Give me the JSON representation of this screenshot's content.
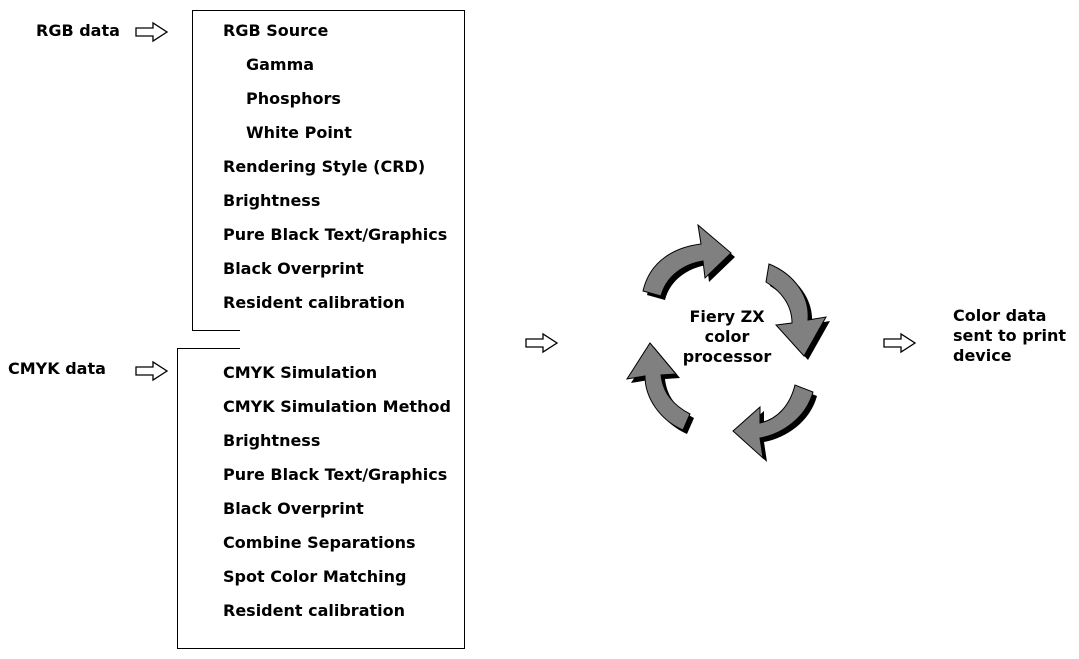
{
  "inputs": {
    "rgb_label": "RGB data",
    "cmyk_label": "CMYK data"
  },
  "rgb_settings": {
    "source_label": "RGB Source",
    "sub_items": [
      "Gamma",
      "Phosphors",
      "White Point"
    ],
    "items": [
      "Rendering Style (CRD)",
      "Brightness",
      "Pure Black Text/Graphics",
      "Black Overprint",
      "Resident calibration"
    ]
  },
  "cmyk_settings": {
    "items": [
      "CMYK Simulation",
      "CMYK Simulation Method",
      "Brightness",
      "Pure Black Text/Graphics",
      "Black Overprint",
      "Combine Separations",
      "Spot Color Matching",
      "Resident calibration"
    ]
  },
  "processor": {
    "line1": "Fiery ZX",
    "line2": "color",
    "line3": "processor"
  },
  "output": {
    "line1": "Color data",
    "line2": "sent to print",
    "line3": "device"
  },
  "colors": {
    "cycle_arrow_fill": "#808080",
    "cycle_arrow_shadow": "#000000",
    "line": "#000000"
  },
  "icons": {
    "flow_arrow": "hollow-right-arrow-icon",
    "cycle_arrow": "curved-cycle-arrow-icon"
  }
}
